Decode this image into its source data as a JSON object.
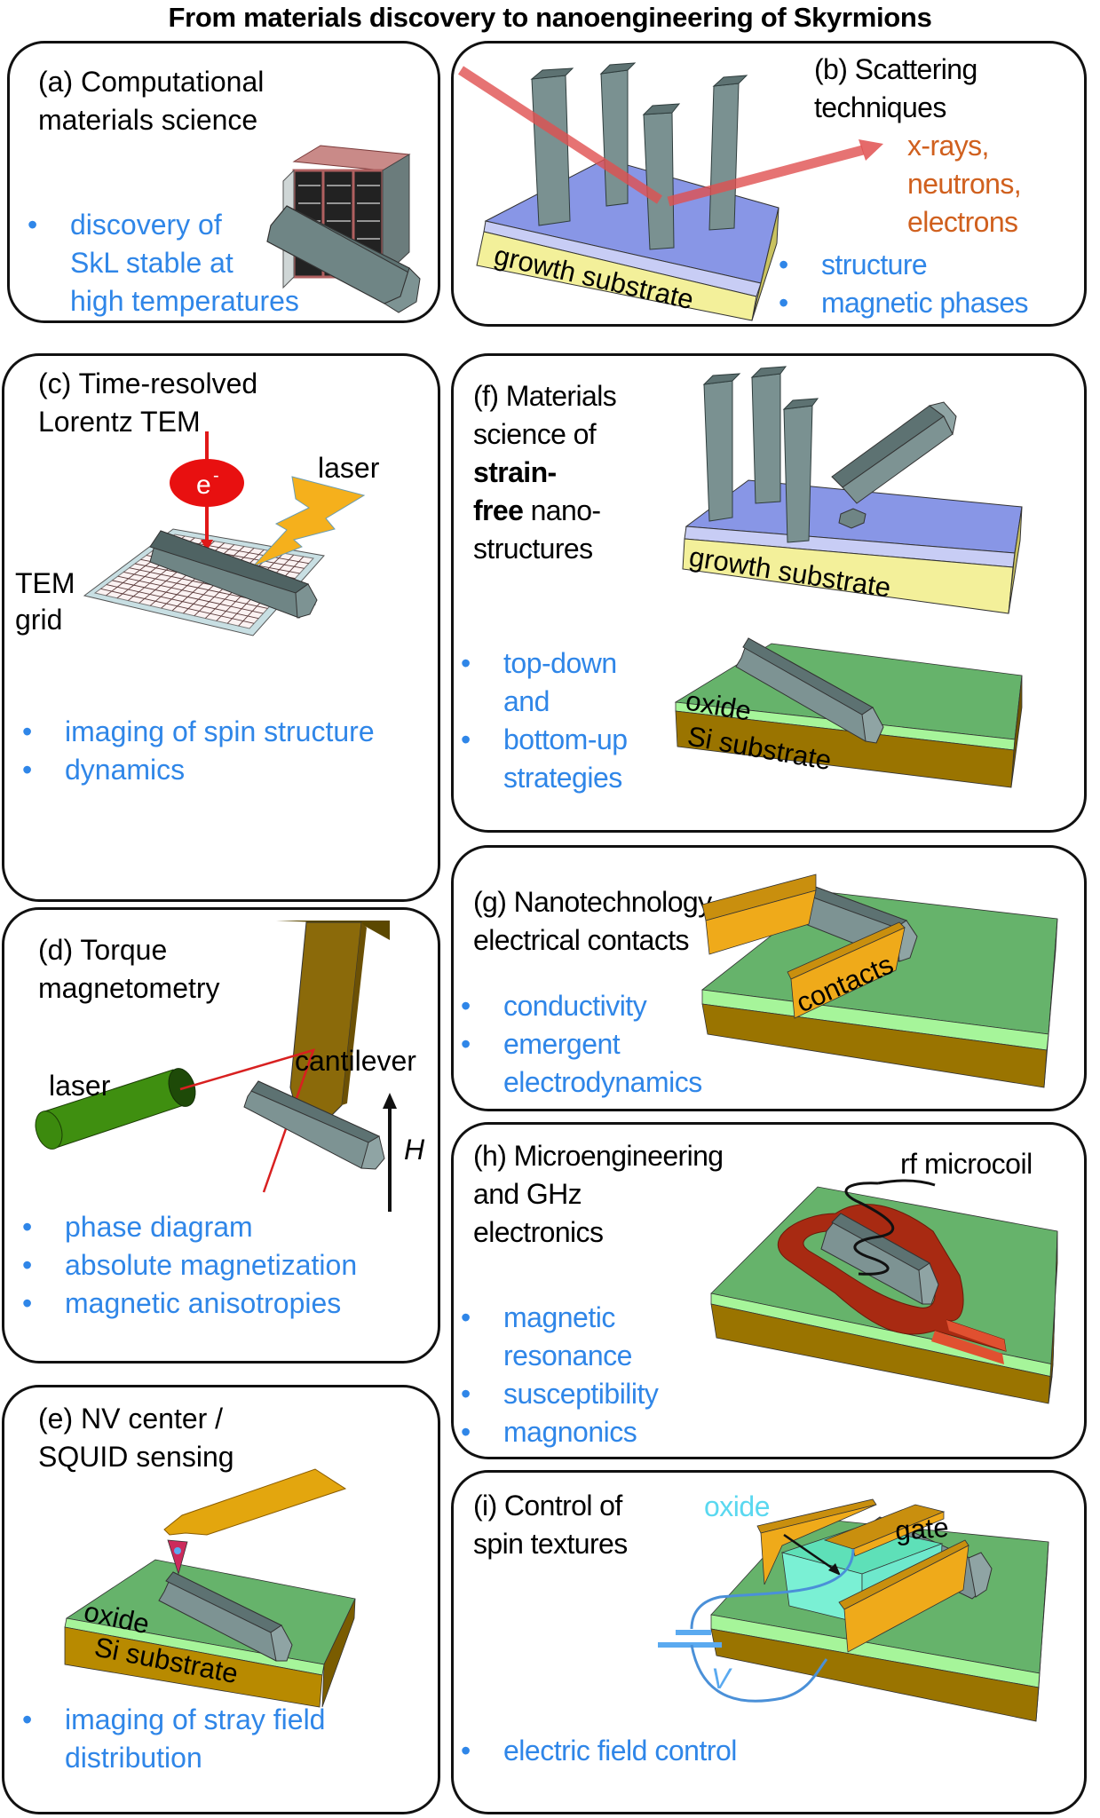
{
  "figure": {
    "title": "From materials discovery to nanoengineering of Skyrmions",
    "colors": {
      "bullet_text": "#2f86e8",
      "scatter_text": "#d0601e",
      "oxide_label": "#5ad8f0",
      "nanorod": "#6f8585",
      "growth_top": "#8896e6",
      "growth_side": "#f3f09a",
      "oxide_green": "#66b36b",
      "oxide_stripe": "#a6f59a",
      "si_substrate": "#9a7400",
      "contacts": "#efaa1a",
      "microcoil": "#a82a12",
      "laser_green": "#3f8f10",
      "beam_red": "#e05050"
    }
  },
  "panels": {
    "a": {
      "title_lines": [
        "(a) Computational",
        "materials science"
      ],
      "bullets": [
        {
          "lines": [
            "discovery of",
            "SkL stable at",
            "high temperatures"
          ]
        }
      ]
    },
    "b": {
      "title_lines": [
        "(b) Scattering",
        "techniques"
      ],
      "probes": [
        "x-rays,",
        "neutrons,",
        "electrons"
      ],
      "substrate_label": "growth substrate",
      "bullets": [
        {
          "lines": [
            "structure"
          ]
        },
        {
          "lines": [
            "magnetic phases"
          ]
        }
      ]
    },
    "c": {
      "title_lines": [
        "(c) Time-resolved",
        "Lorentz TEM"
      ],
      "electron_label": "e",
      "electron_sup": "-",
      "laser_label": "laser",
      "grid_label_lines": [
        "TEM",
        "grid"
      ],
      "bullets": [
        {
          "lines": [
            "imaging of spin structure"
          ]
        },
        {
          "lines": [
            "dynamics"
          ]
        }
      ]
    },
    "d": {
      "title_lines": [
        "(d) Torque",
        "magnetometry"
      ],
      "laser_label": "laser",
      "cantilever_label": "cantilever",
      "field_label": "H",
      "bullets": [
        {
          "lines": [
            "phase diagram"
          ]
        },
        {
          "lines": [
            "absolute magnetization"
          ]
        },
        {
          "lines": [
            "magnetic anisotropies"
          ]
        }
      ]
    },
    "e": {
      "title_lines": [
        "(e) NV center /",
        "SQUID sensing"
      ],
      "oxide_label": "oxide",
      "substrate_label": "Si substrate",
      "bullets": [
        {
          "lines": [
            "imaging of stray field",
            "distribution"
          ]
        }
      ]
    },
    "f": {
      "title_line1": "(f) Materials",
      "title_line2": "science of",
      "title_bold1": "strain-",
      "title_bold2": "free",
      "title_rest2": " nano-",
      "title_line5": "structures",
      "growth_label": "growth substrate",
      "oxide_label": "oxide",
      "substrate_label": "Si substrate",
      "bullets": [
        {
          "lines": [
            "top-down",
            "and"
          ]
        },
        {
          "lines": [
            "bottom-up",
            "strategies"
          ]
        }
      ]
    },
    "g": {
      "title_lines": [
        "(g) Nanotechnology,",
        "electrical contacts"
      ],
      "contacts_label": "contacts",
      "bullets": [
        {
          "lines": [
            "conductivity"
          ]
        },
        {
          "lines": [
            "emergent",
            "electrodynamics"
          ]
        }
      ]
    },
    "h": {
      "title_lines": [
        "(h) Microengineering",
        "and GHz",
        "electronics"
      ],
      "coil_label": "rf microcoil",
      "bullets": [
        {
          "lines": [
            "magnetic",
            "resonance"
          ]
        },
        {
          "lines": [
            "susceptibility"
          ]
        },
        {
          "lines": [
            "magnonics"
          ]
        }
      ]
    },
    "i": {
      "title_lines": [
        "(i) Control of",
        "spin textures"
      ],
      "oxide_label": "oxide",
      "gate_label": "gate",
      "voltage_label": "V",
      "bullets": [
        {
          "lines": [
            "electric field control"
          ]
        }
      ]
    }
  }
}
